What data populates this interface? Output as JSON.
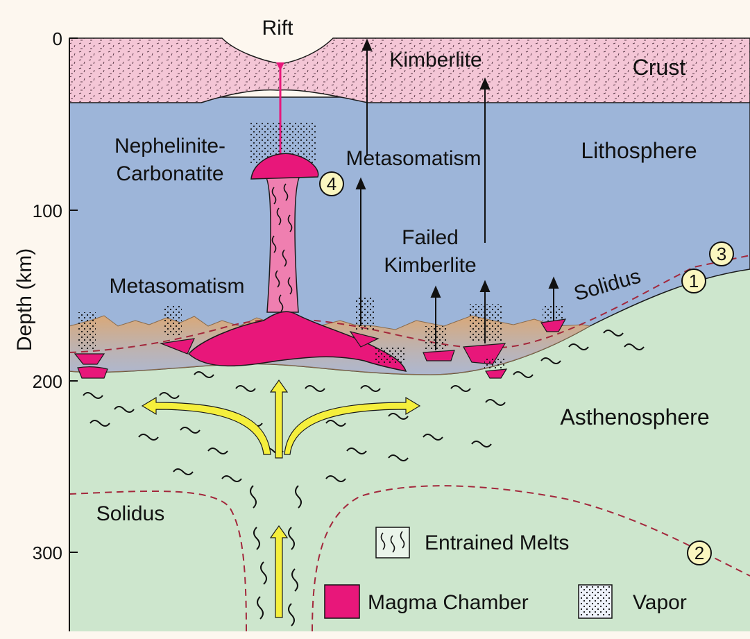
{
  "axis": {
    "title": "Depth (km)",
    "ticks": [
      "0",
      "100",
      "200",
      "300"
    ]
  },
  "layers": {
    "crust": "Crust",
    "lithosphere": "Lithosphere",
    "asthenosphere": "Asthenosphere"
  },
  "labels": {
    "rift": "Rift",
    "kimberlite": "Kimberlite",
    "metasomatism_top": "Metasomatism",
    "nephelinite_line1": "Nephelinite-",
    "nephelinite_line2": "Carbonatite",
    "failed_line1": "Failed",
    "failed_line2": "Kimberlite",
    "metasomatism_left": "Metasomatism",
    "solidus_upper": "Solidus",
    "solidus_lower": "Solidus"
  },
  "markers": [
    "1",
    "2",
    "3",
    "4"
  ],
  "legend": {
    "entrained": "Entrained Melts",
    "magma": "Magma Chamber",
    "vapor": "Vapor"
  },
  "colors": {
    "crust": "#f4c6d6",
    "lithosphere": "#9db5d9",
    "asthenosphere": "#cde6cd",
    "magma": "#e8177a",
    "pink_column": "#ef7fb0",
    "metasomatized": "#d9a877",
    "solidus": "#a3283c",
    "arrow_yellow": "#f5ef3c",
    "marker_fill": "#fbf7c0"
  }
}
